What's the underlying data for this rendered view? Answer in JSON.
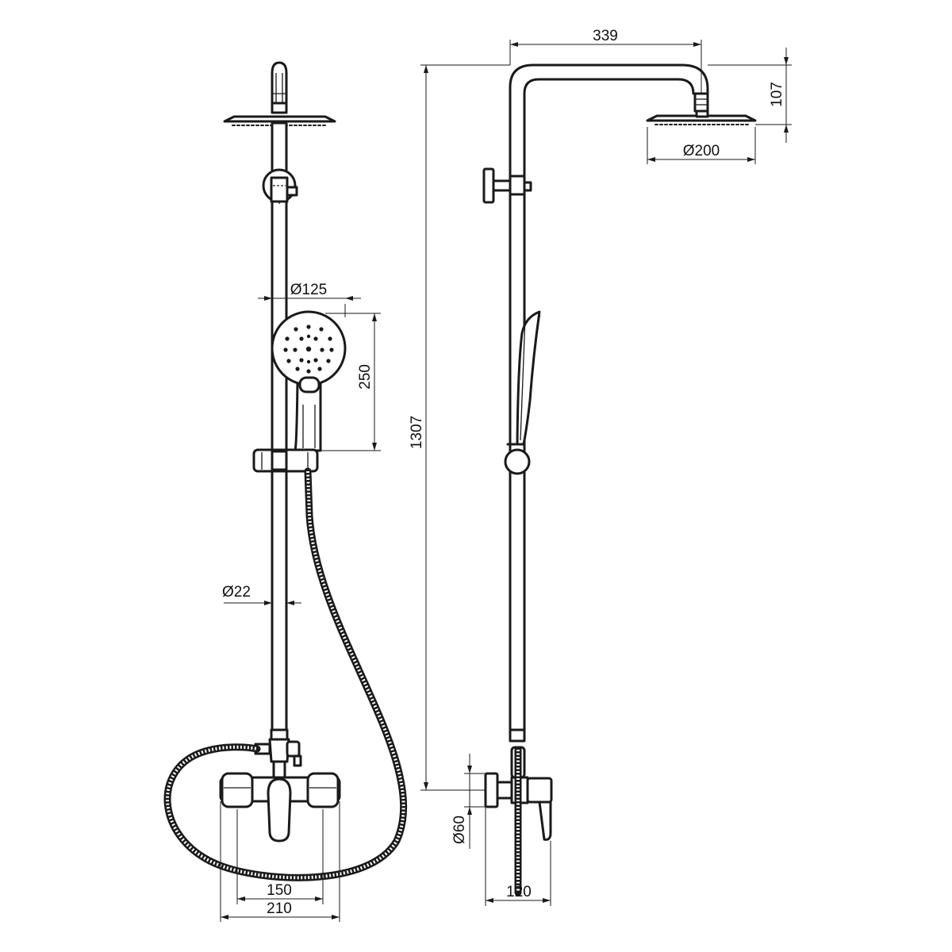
{
  "dimensions": {
    "handshower_diameter": "Ø125",
    "handshower_height": "250",
    "rail_diameter": "Ø22",
    "mixer_spacing": "150",
    "mixer_width": "210",
    "total_height": "1307",
    "arm_reach": "339",
    "head_height": "107",
    "head_diameter": "Ø200",
    "flange_diameter": "Ø60",
    "wall_projection": "120"
  }
}
